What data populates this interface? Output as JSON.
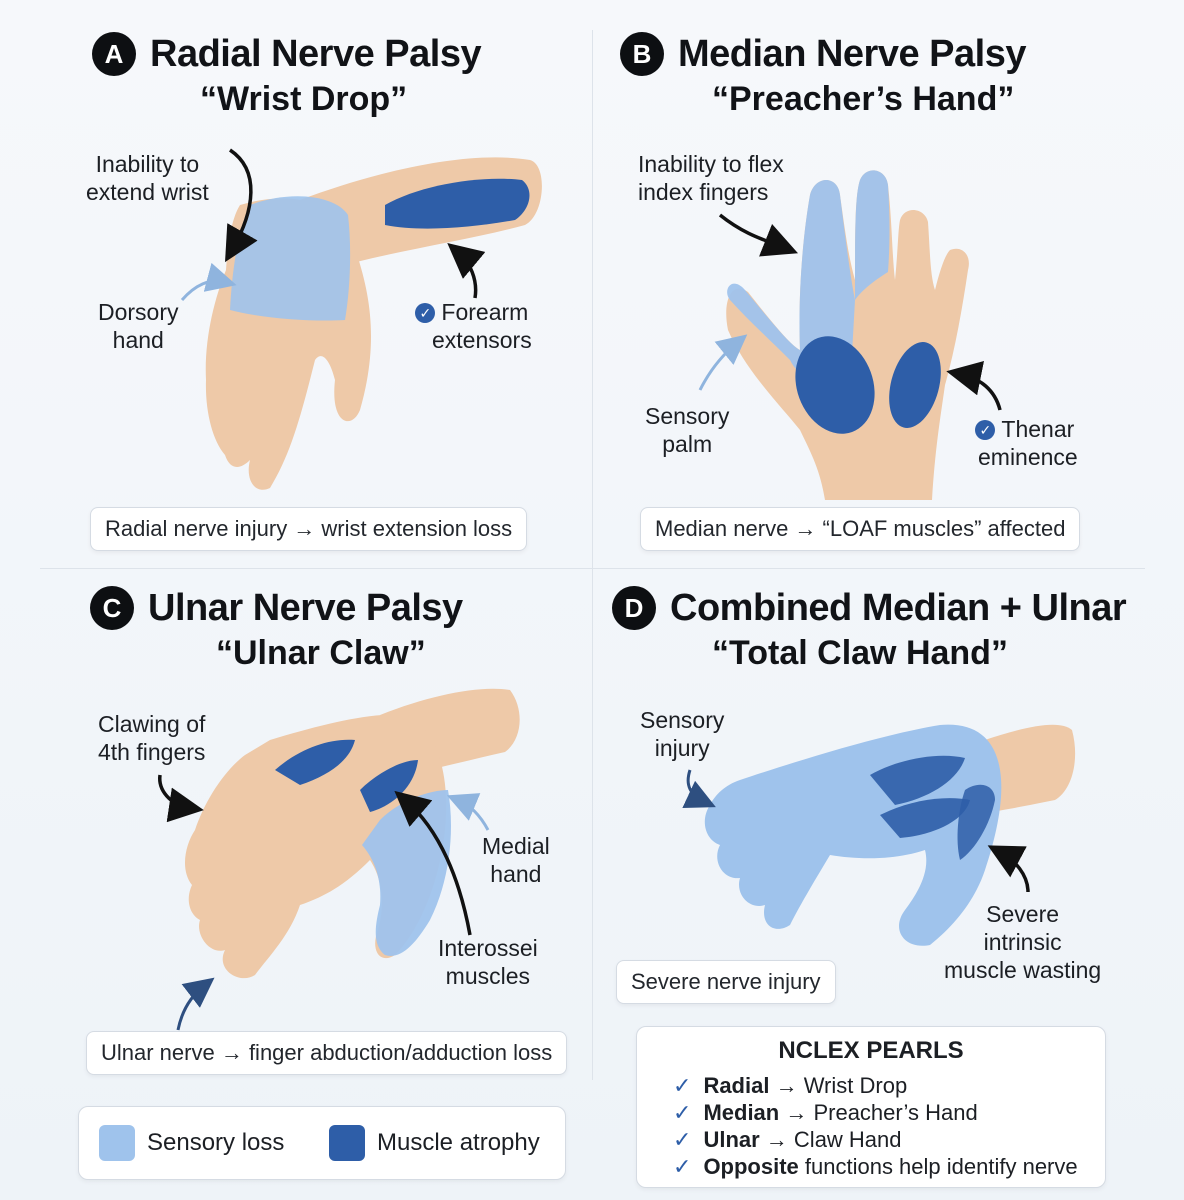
{
  "colors": {
    "sensory": "#9fc3ec",
    "atrophy": "#2e5ea8",
    "skin": "#eec9a8",
    "accent": "#2e5ea8"
  },
  "panels": {
    "a": {
      "letter": "A",
      "title": "Radial Nerve Palsy",
      "subtitle": "“Wrist Drop”",
      "label_1_line1": "Inability to",
      "label_1_line2": "extend wrist",
      "label_2_line1": "Dorsory",
      "label_2_line2": "hand",
      "label_3_line1": "Forearm",
      "label_3_line2": "extensors",
      "label_3_icon": "check-circle-icon",
      "caption": "Radial nerve injury → wrist extension loss"
    },
    "b": {
      "letter": "B",
      "title": "Median Nerve Palsy",
      "subtitle": "“Preacher’s Hand”",
      "label_1_line1": "Inability to flex",
      "label_1_line2": "index fingers",
      "label_2_line1": "Sensory",
      "label_2_line2": "palm",
      "label_3_line1": "Thenar",
      "label_3_line2": "eminence",
      "label_3_icon": "check-circle-icon",
      "caption": "Median nerve → “LOAF muscles” affected"
    },
    "c": {
      "letter": "C",
      "title": "Ulnar Nerve Palsy",
      "subtitle": "“Ulnar Claw”",
      "label_1_line1": "Clawing of",
      "label_1_line2": "4th fingers",
      "label_2_line1": "Medial",
      "label_2_line2": "hand",
      "label_3_line1": "Interossei",
      "label_3_line2": "muscles",
      "caption": "Ulnar nerve → finger abduction/adduction loss"
    },
    "d": {
      "letter": "D",
      "title": "Combined Median + Ulnar",
      "subtitle": "“Total Claw Hand”",
      "label_1_line1": "Sensory",
      "label_1_line2": "injury",
      "label_2_line1": "Severe",
      "label_2_line2": "intrinsic",
      "label_2_line3": "muscle wasting",
      "caption": "Severe nerve injury"
    }
  },
  "legend": {
    "sensory_label": "Sensory loss",
    "atrophy_label": "Muscle atrophy"
  },
  "pearls": {
    "title": "NCLEX PEARLS",
    "check_icon": "check-mark-icon",
    "items": [
      {
        "bold": "Radial",
        "rest": " → Wrist Drop"
      },
      {
        "bold": "Median",
        "rest": " → Preacher’s Hand"
      },
      {
        "bold": "Ulnar",
        "rest": " → Claw Hand"
      },
      {
        "bold": "Opposite",
        "rest": " functions help identify nerve"
      }
    ]
  }
}
